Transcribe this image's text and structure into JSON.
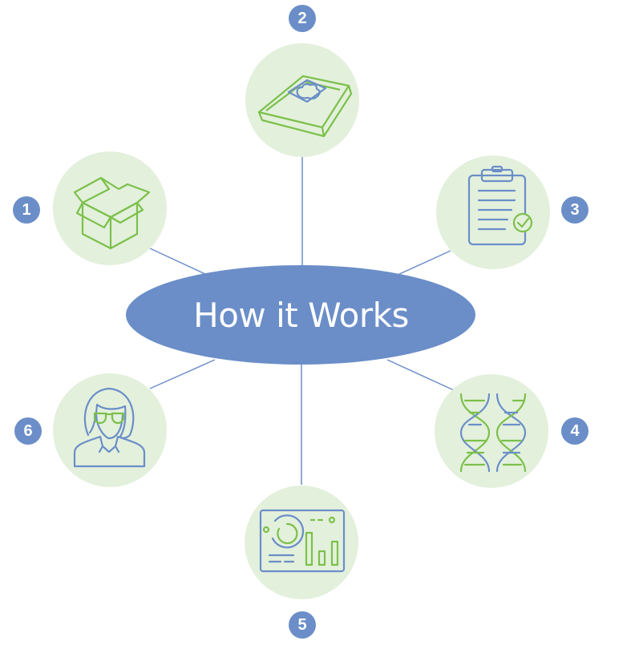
{
  "title": "How it Works",
  "steps": [
    {
      "number": "1",
      "icon": "open-box-icon"
    },
    {
      "number": "2",
      "icon": "sample-kit-icon"
    },
    {
      "number": "3",
      "icon": "clipboard-check-icon"
    },
    {
      "number": "4",
      "icon": "dna-icon"
    },
    {
      "number": "5",
      "icon": "dashboard-report-icon"
    },
    {
      "number": "6",
      "icon": "woman-avatar-icon"
    }
  ],
  "colors": {
    "ellipse": "#6b8ec8",
    "badge": "#6b8ec8",
    "circle_bg": "#e3f0dc",
    "connector": "#6b8ec8",
    "icon_green": "#7cc04a",
    "icon_blue": "#6b8ec8"
  }
}
